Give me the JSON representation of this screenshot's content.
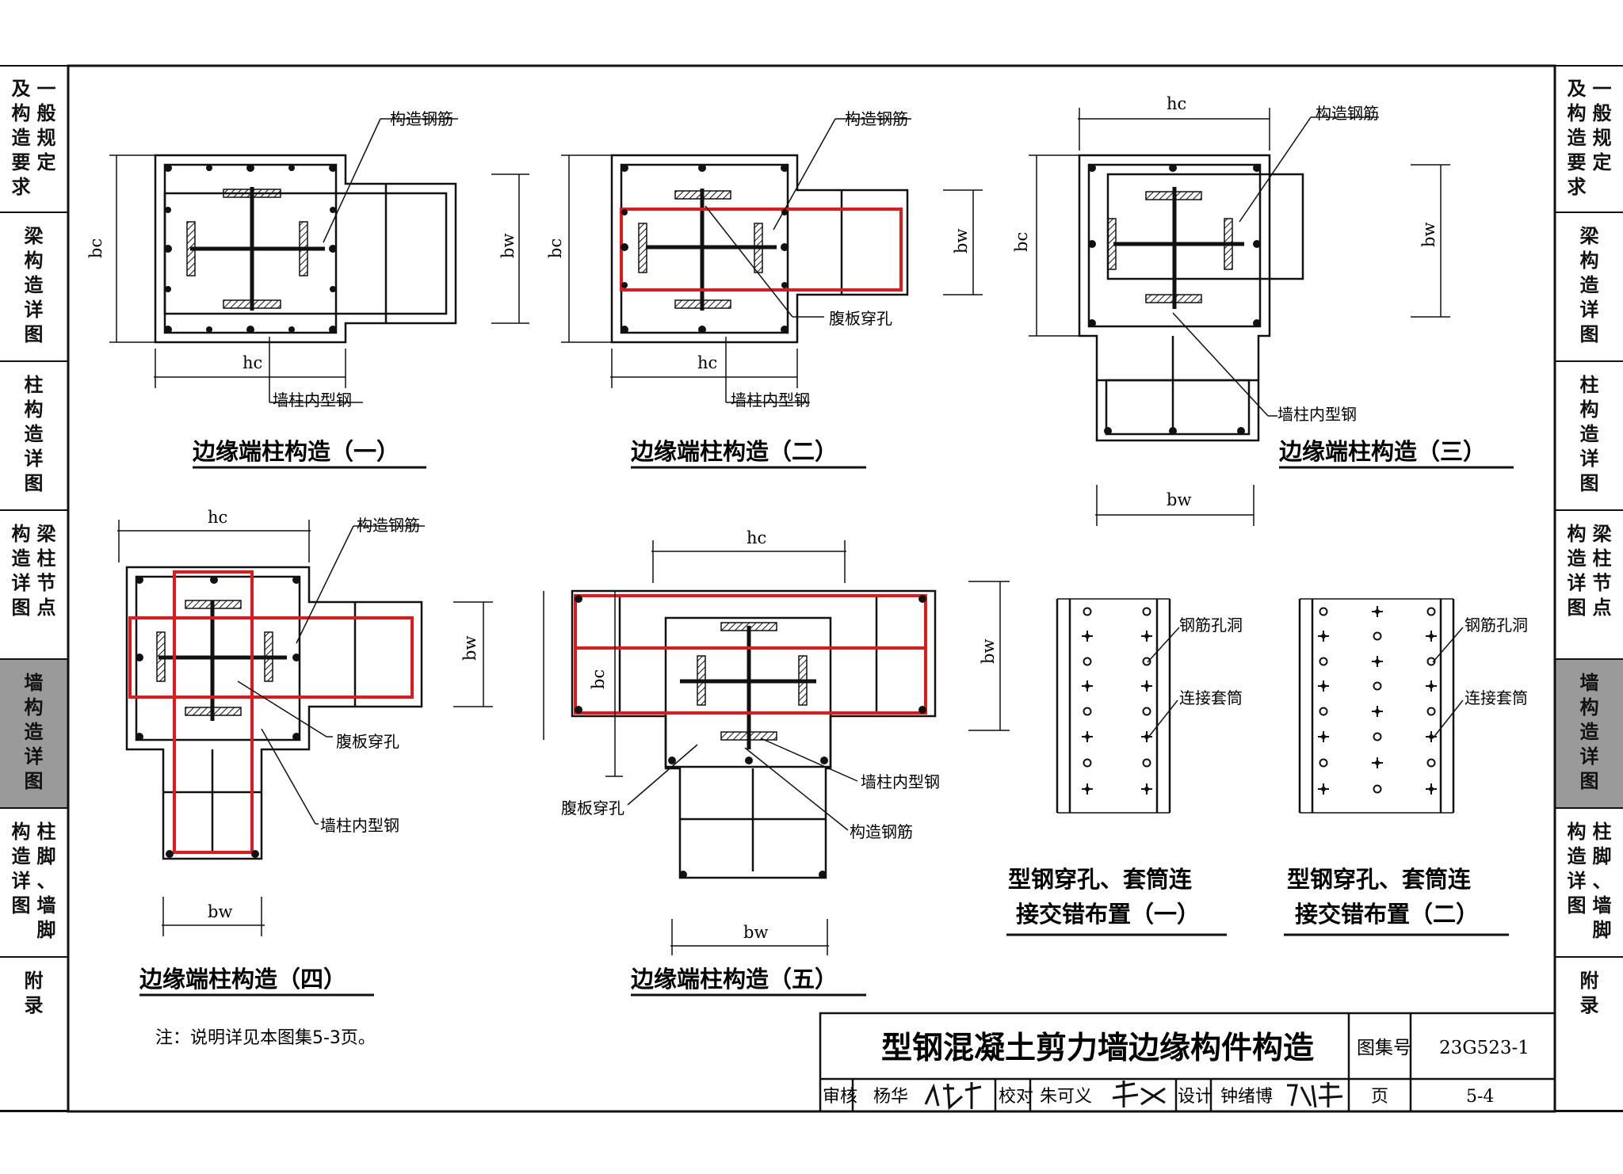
{
  "sidebar": {
    "tabs": [
      {
        "cols": [
          "一\n般\n规\n定",
          "及\n构\n造\n要\n求"
        ],
        "active": false
      },
      {
        "cols": [
          "梁\n构\n造\n详\n图"
        ],
        "active": false
      },
      {
        "cols": [
          "柱\n构\n造\n详\n图"
        ],
        "active": false
      },
      {
        "cols": [
          "梁\n柱\n节\n点",
          "构\n造\n详\n图"
        ],
        "active": false
      },
      {
        "cols": [
          "墙\n构\n造\n详\n图"
        ],
        "active": true
      },
      {
        "cols": [
          "柱\n脚\n、\n墙\n脚",
          "构\n造\n详\n图"
        ],
        "active": false
      },
      {
        "cols": [
          "附\n录"
        ],
        "active": false
      }
    ]
  },
  "figures": {
    "fig1": {
      "title": "边缘端柱构造（一）",
      "bc": "bc",
      "bw": "bw",
      "hc": "hc",
      "rebar_label": "构造钢筋",
      "steel_label": "墙柱内型钢"
    },
    "fig2": {
      "title": "边缘端柱构造（二）",
      "bc": "bc",
      "bw": "bw",
      "hc": "hc",
      "rebar_label": "构造钢筋",
      "hole_label": "腹板穿孔",
      "steel_label": "墙柱内型钢"
    },
    "fig3": {
      "title": "边缘端柱构造（三）",
      "bc": "bc",
      "bw": "bw",
      "hc": "hc",
      "bw2": "bw",
      "rebar_label": "构造钢筋",
      "steel_label": "墙柱内型钢"
    },
    "fig4": {
      "title": "边缘端柱构造（四）",
      "hc": "hc",
      "bw": "bw",
      "bw2": "bw",
      "rebar_label": "构造钢筋",
      "hole_label": "腹板穿孔",
      "steel_label": "墙柱内型钢"
    },
    "fig5": {
      "title": "边缘端柱构造（五）",
      "hc": "hc",
      "bc": "bc",
      "bw": "bw",
      "bw2": "bw",
      "steel_label": "墙柱内型钢",
      "rebar_label": "构造钢筋",
      "hole_label": "腹板穿孔"
    },
    "fig6": {
      "title_line1": "型钢穿孔、套筒连",
      "title_line2": "接交错布置（一）",
      "hole_label": "钢筋孔洞",
      "sleeve_label": "连接套筒"
    },
    "fig7": {
      "title_line1": "型钢穿孔、套筒连",
      "title_line2": "接交错布置（二）",
      "hole_label": "钢筋孔洞",
      "sleeve_label": "连接套筒"
    }
  },
  "note": "注：说明详见本图集5-3页。",
  "title_block": {
    "main_title": "型钢混凝土剪力墙边缘构件构造",
    "atlas_label": "图集号",
    "atlas_no": "23G523-1",
    "review_label": "审核",
    "reviewer": "杨华",
    "check_label": "校对",
    "checker": "朱可义",
    "design_label": "设计",
    "designer": "钟绪博",
    "page_label": "页",
    "page_no": "5-4"
  },
  "colors": {
    "line": "#111111",
    "highlight": "#e0191c",
    "active_tab": "#9a9a9a",
    "paper": "#ffffff"
  }
}
